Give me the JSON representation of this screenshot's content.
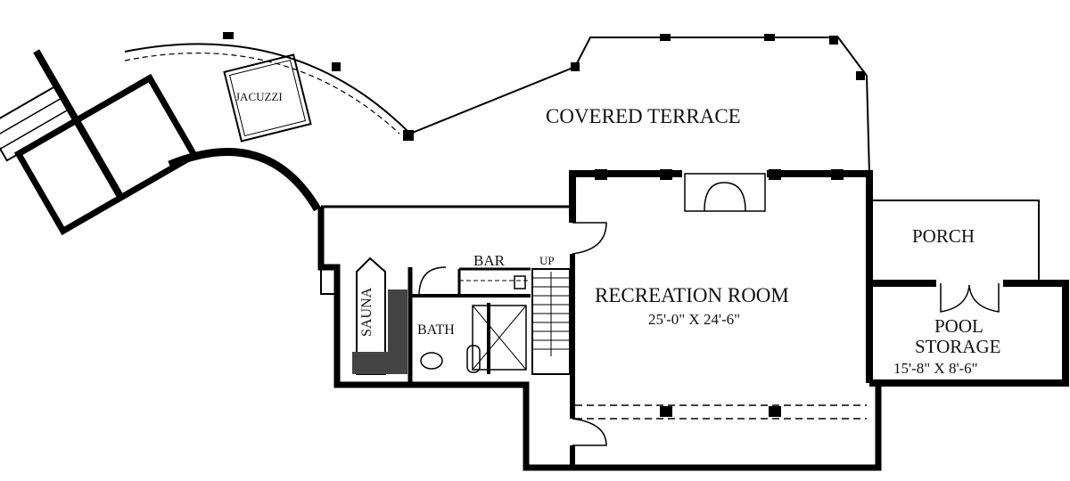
{
  "plan": {
    "rooms": {
      "jacuzzi": "JACUZZI",
      "covered_terrace": "COVERED TERRACE",
      "porch": "PORCH",
      "bar": "BAR",
      "up": "UP",
      "sauna": "SAUNA",
      "bath": "BATH",
      "recreation_room": "RECREATION ROOM",
      "recreation_room_dims": "25'-0\" X 24'-6\"",
      "pool_storage_1": "POOL",
      "pool_storage_2": "STORAGE",
      "pool_storage_dims": "15'-8\" X 8'-6\""
    },
    "colors": {
      "wall": "#000000",
      "background": "#ffffff"
    }
  }
}
